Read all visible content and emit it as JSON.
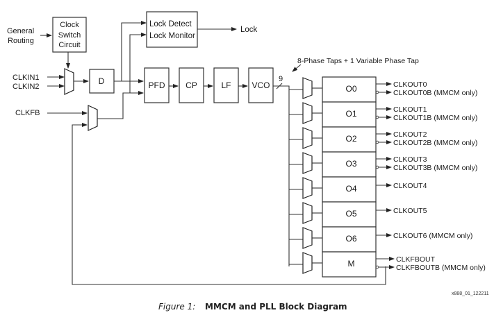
{
  "inputs": {
    "general_routing_line1": "General",
    "general_routing_line2": "Routing",
    "clkin1": "CLKIN1",
    "clkin2": "CLKIN2",
    "clkfb": "CLKFB"
  },
  "blocks": {
    "clock_switch_line1": "Clock",
    "clock_switch_line2": "Switch",
    "clock_switch_line3": "Circuit",
    "divider": "D",
    "lock_detect": "Lock Detect",
    "lock_monitor": "Lock Monitor",
    "pfd": "PFD",
    "cp": "CP",
    "lf": "LF",
    "vco": "VCO"
  },
  "lock_output": "Lock",
  "bus_width": "9",
  "phase_taps_note": "8-Phase Taps + 1 Variable Phase Tap",
  "counters": [
    "O0",
    "O1",
    "O2",
    "O3",
    "O4",
    "O5",
    "O6",
    "M"
  ],
  "outputs": [
    [
      "CLKOUT0",
      "CLKOUT0B (MMCM only)"
    ],
    [
      "CLKOUT1",
      "CLKOUT1B (MMCM only)"
    ],
    [
      "CLKOUT2",
      "CLKOUT2B (MMCM only)"
    ],
    [
      "CLKOUT3",
      "CLKOUT3B (MMCM only)"
    ],
    [
      "CLKOUT4"
    ],
    [
      "CLKOUT5"
    ],
    [
      "CLKOUT6 (MMCM only)"
    ],
    [
      "CLKFBOUT",
      "CLKFBOUTB (MMCM only)"
    ]
  ],
  "figure_id": "x888_01_122211",
  "caption": {
    "number": "Figure 1:",
    "title": "MMCM and PLL Block Diagram"
  }
}
